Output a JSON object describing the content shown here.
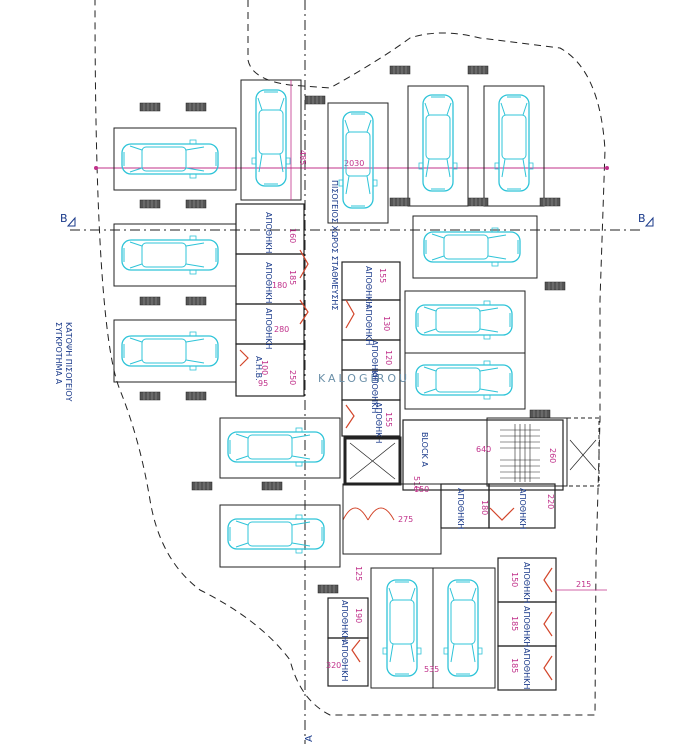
{
  "plan_title_line1": "ΚΑΤΟΨΗ ΠΙΣΟΓΕΙΟΥ",
  "plan_title_line2": "ΣΥΓΚΡΟΤΗΜΑ Α",
  "section_marker": "B",
  "section_marker_bottom": "A",
  "parking_area_label": "ΠΙΣΟΓΕΙΟΣ ΧΩΡΟΣ ΣΤΑΘΜΕΥΣΗΣ",
  "storage_label": "ΑΠΟΘΗΚΗ",
  "block_label": "BLOCK A",
  "meter_label": "Α.Η.Β.",
  "watermark": "KALOGIROU",
  "dimensions": {
    "d485": "485",
    "d2030": "2030",
    "d160": "160",
    "d185": "185",
    "d180": "180",
    "d280": "280",
    "d100": "100",
    "d95": "95",
    "d250": "250",
    "d130": "130",
    "d120": "120",
    "d155": "155",
    "d640": "640",
    "d510": "510",
    "d150": "150",
    "d275": "275",
    "d260": "260",
    "d125": "125",
    "d215": "215",
    "d190": "190",
    "d535": "535",
    "d320": "320",
    "d220": "220"
  },
  "colors": {
    "car": "#2fc4d8",
    "dim_line": "#c0308a",
    "text": "#1a3a8a",
    "wall": "#222222",
    "door": "#d2452a"
  }
}
